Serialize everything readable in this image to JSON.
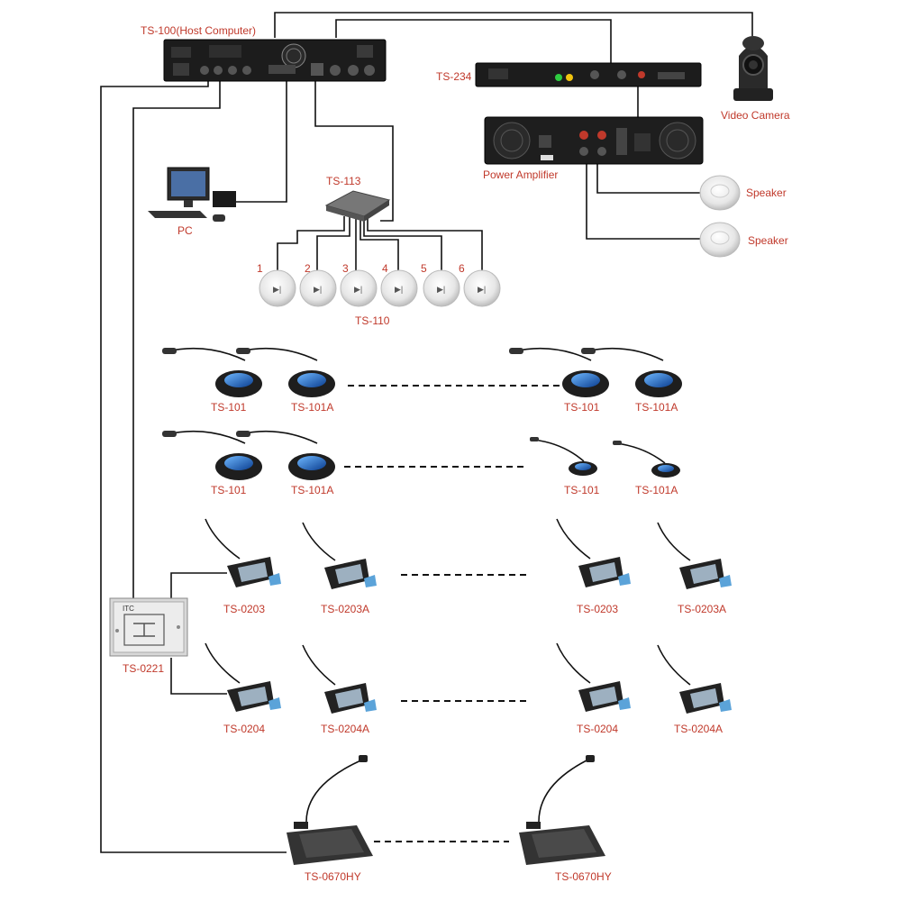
{
  "labels": {
    "host": "TS-100(Host Computer)",
    "ts234": "TS-234",
    "camera": "Video Camera",
    "amplifier": "Power Amplifier",
    "speaker1": "Speaker",
    "speaker2": "Speaker",
    "pc": "PC",
    "ts113": "TS-113",
    "ts110": "TS-110",
    "ts0221": "TS-0221"
  },
  "ceiling_mic_numbers": [
    "1",
    "2",
    "3",
    "4",
    "5",
    "6"
  ],
  "rows": [
    {
      "left": [
        "TS-101",
        "TS-101A"
      ],
      "right": [
        "TS-101",
        "TS-101A"
      ]
    },
    {
      "left": [
        "TS-101",
        "TS-101A"
      ],
      "right": [
        "TS-101",
        "TS-101A"
      ]
    },
    {
      "left": [
        "TS-0203",
        "TS-0203A"
      ],
      "right": [
        "TS-0203",
        "TS-0203A"
      ]
    },
    {
      "left": [
        "TS-0204",
        "TS-0204A"
      ],
      "right": [
        "TS-0204",
        "TS-0204A"
      ]
    }
  ],
  "bottom_row": [
    "TS-0670HY",
    "TS-0670HY"
  ]
}
